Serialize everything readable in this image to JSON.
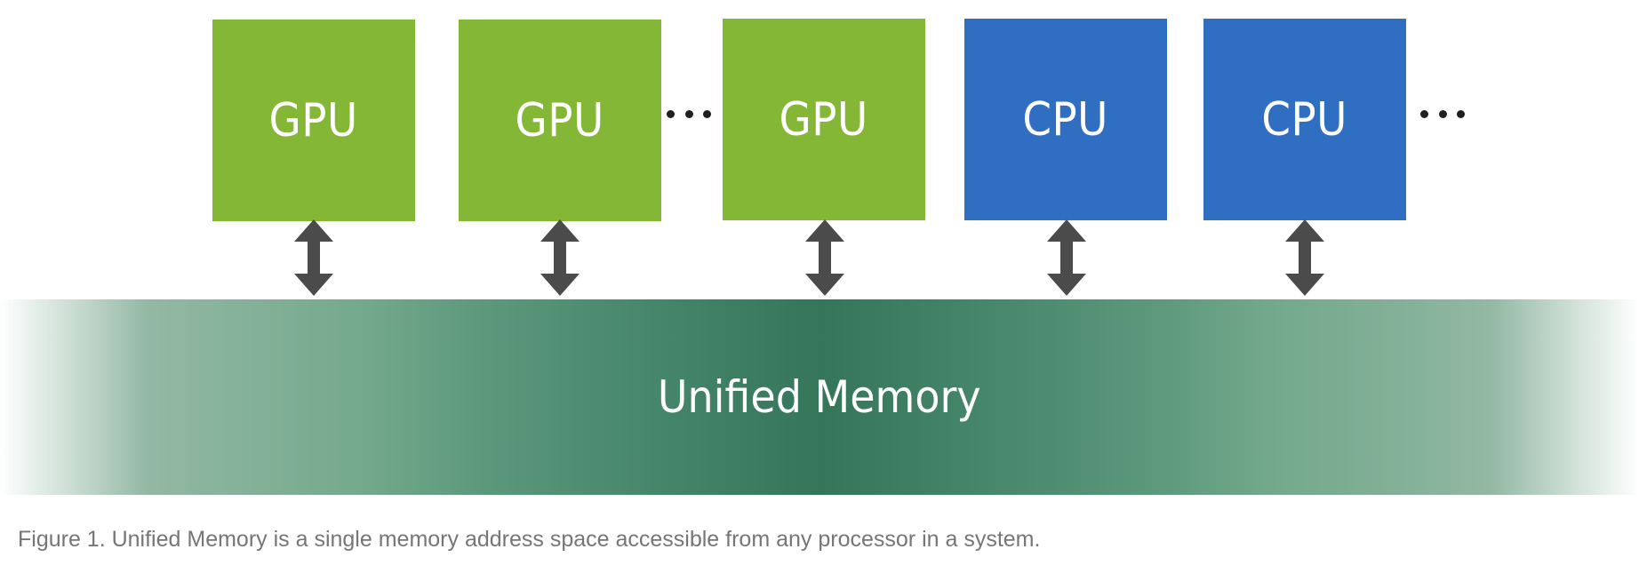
{
  "processors": [
    {
      "label": "GPU",
      "kind": "gpu"
    },
    {
      "label": "GPU",
      "kind": "gpu"
    },
    {
      "label": "GPU",
      "kind": "gpu"
    },
    {
      "label": "CPU",
      "kind": "cpu"
    },
    {
      "label": "CPU",
      "kind": "cpu"
    }
  ],
  "memory": {
    "label": "Unified Memory"
  },
  "caption": "Figure 1. Unified Memory is a single memory address space accessible from any processor in a system.",
  "colors": {
    "gpu": "#85b737",
    "cpu": "#306ec1",
    "memory_center": "#35765a",
    "arrow": "#4b4b4b",
    "caption_text": "#767676"
  }
}
